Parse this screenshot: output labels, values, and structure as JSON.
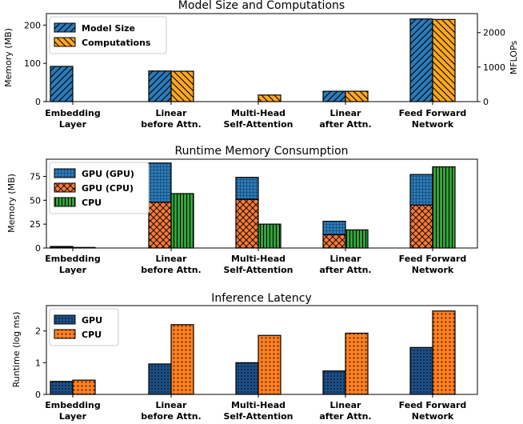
{
  "chart_data": [
    {
      "type": "bar",
      "title": "Model Size and Computations",
      "categories": [
        "Embedding\nLayer",
        "Linear\nbefore Attn.",
        "Multi-Head\nSelf-Attention",
        "Linear\nafter Attn.",
        "Feed Forward\nNetwork"
      ],
      "ylabel": "Memory (MB)",
      "ylim": [
        0,
        230
      ],
      "yticks": [
        0,
        100,
        200
      ],
      "y2label": "MFLOPs",
      "y2lim": [
        0,
        2550
      ],
      "y2ticks": [
        0,
        1000,
        2000
      ],
      "legend": "top-left",
      "series": [
        {
          "name": "Model Size",
          "axis": "left",
          "values": [
            92,
            80,
            0,
            27,
            216
          ],
          "color": "#2b7bba",
          "hatch": "diag"
        },
        {
          "name": "Computations",
          "axis": "right",
          "values": [
            0,
            880,
            190,
            300,
            2380
          ],
          "color": "#ffa81e",
          "hatch": "back"
        }
      ]
    },
    {
      "type": "bar",
      "title": "Runtime Memory Consumption",
      "categories": [
        "Embedding\nLayer",
        "Linear\nbefore Attn.",
        "Multi-Head\nSelf-Attention",
        "Linear\nafter Attn.",
        "Feed Forward\nNetwork"
      ],
      "ylabel": "Memory (MB)",
      "ylim": [
        0,
        93
      ],
      "yticks": [
        0,
        25,
        50,
        75
      ],
      "legend": "top-left",
      "series": [
        {
          "name": "GPU (GPU)",
          "stack": "gpu",
          "values": [
            0.8,
            41,
            23,
            14,
            32
          ],
          "color": "#2b7bba",
          "hatch": "grid"
        },
        {
          "name": "GPU (CPU)",
          "stack": "gpu",
          "values": [
            0.8,
            48,
            51,
            14,
            45
          ],
          "color": "#f57a3b",
          "hatch": "cross"
        },
        {
          "name": "CPU",
          "stack": "cpu",
          "values": [
            0.6,
            57,
            25,
            19,
            85
          ],
          "color": "#31a43a",
          "hatch": "vert"
        }
      ]
    },
    {
      "type": "bar",
      "title": "Inference Latency",
      "categories": [
        "Embedding\nLayer",
        "Linear\nbefore Attn.",
        "Multi-Head\nSelf-Attention",
        "Linear\nafter Attn.",
        "Feed Forward\nNetwork"
      ],
      "ylabel": "Runtime (log ms)",
      "ylim": [
        0,
        2.8
      ],
      "yticks": [
        0,
        1,
        2
      ],
      "legend": "top-left",
      "series": [
        {
          "name": "GPU",
          "values": [
            0.41,
            0.96,
            1.0,
            0.74,
            1.48
          ],
          "color": "#1d4f86",
          "hatch": "smalldots"
        },
        {
          "name": "CPU",
          "values": [
            0.45,
            2.2,
            1.86,
            1.93,
            2.63
          ],
          "color": "#ff7f1f",
          "hatch": "dots"
        }
      ]
    }
  ]
}
